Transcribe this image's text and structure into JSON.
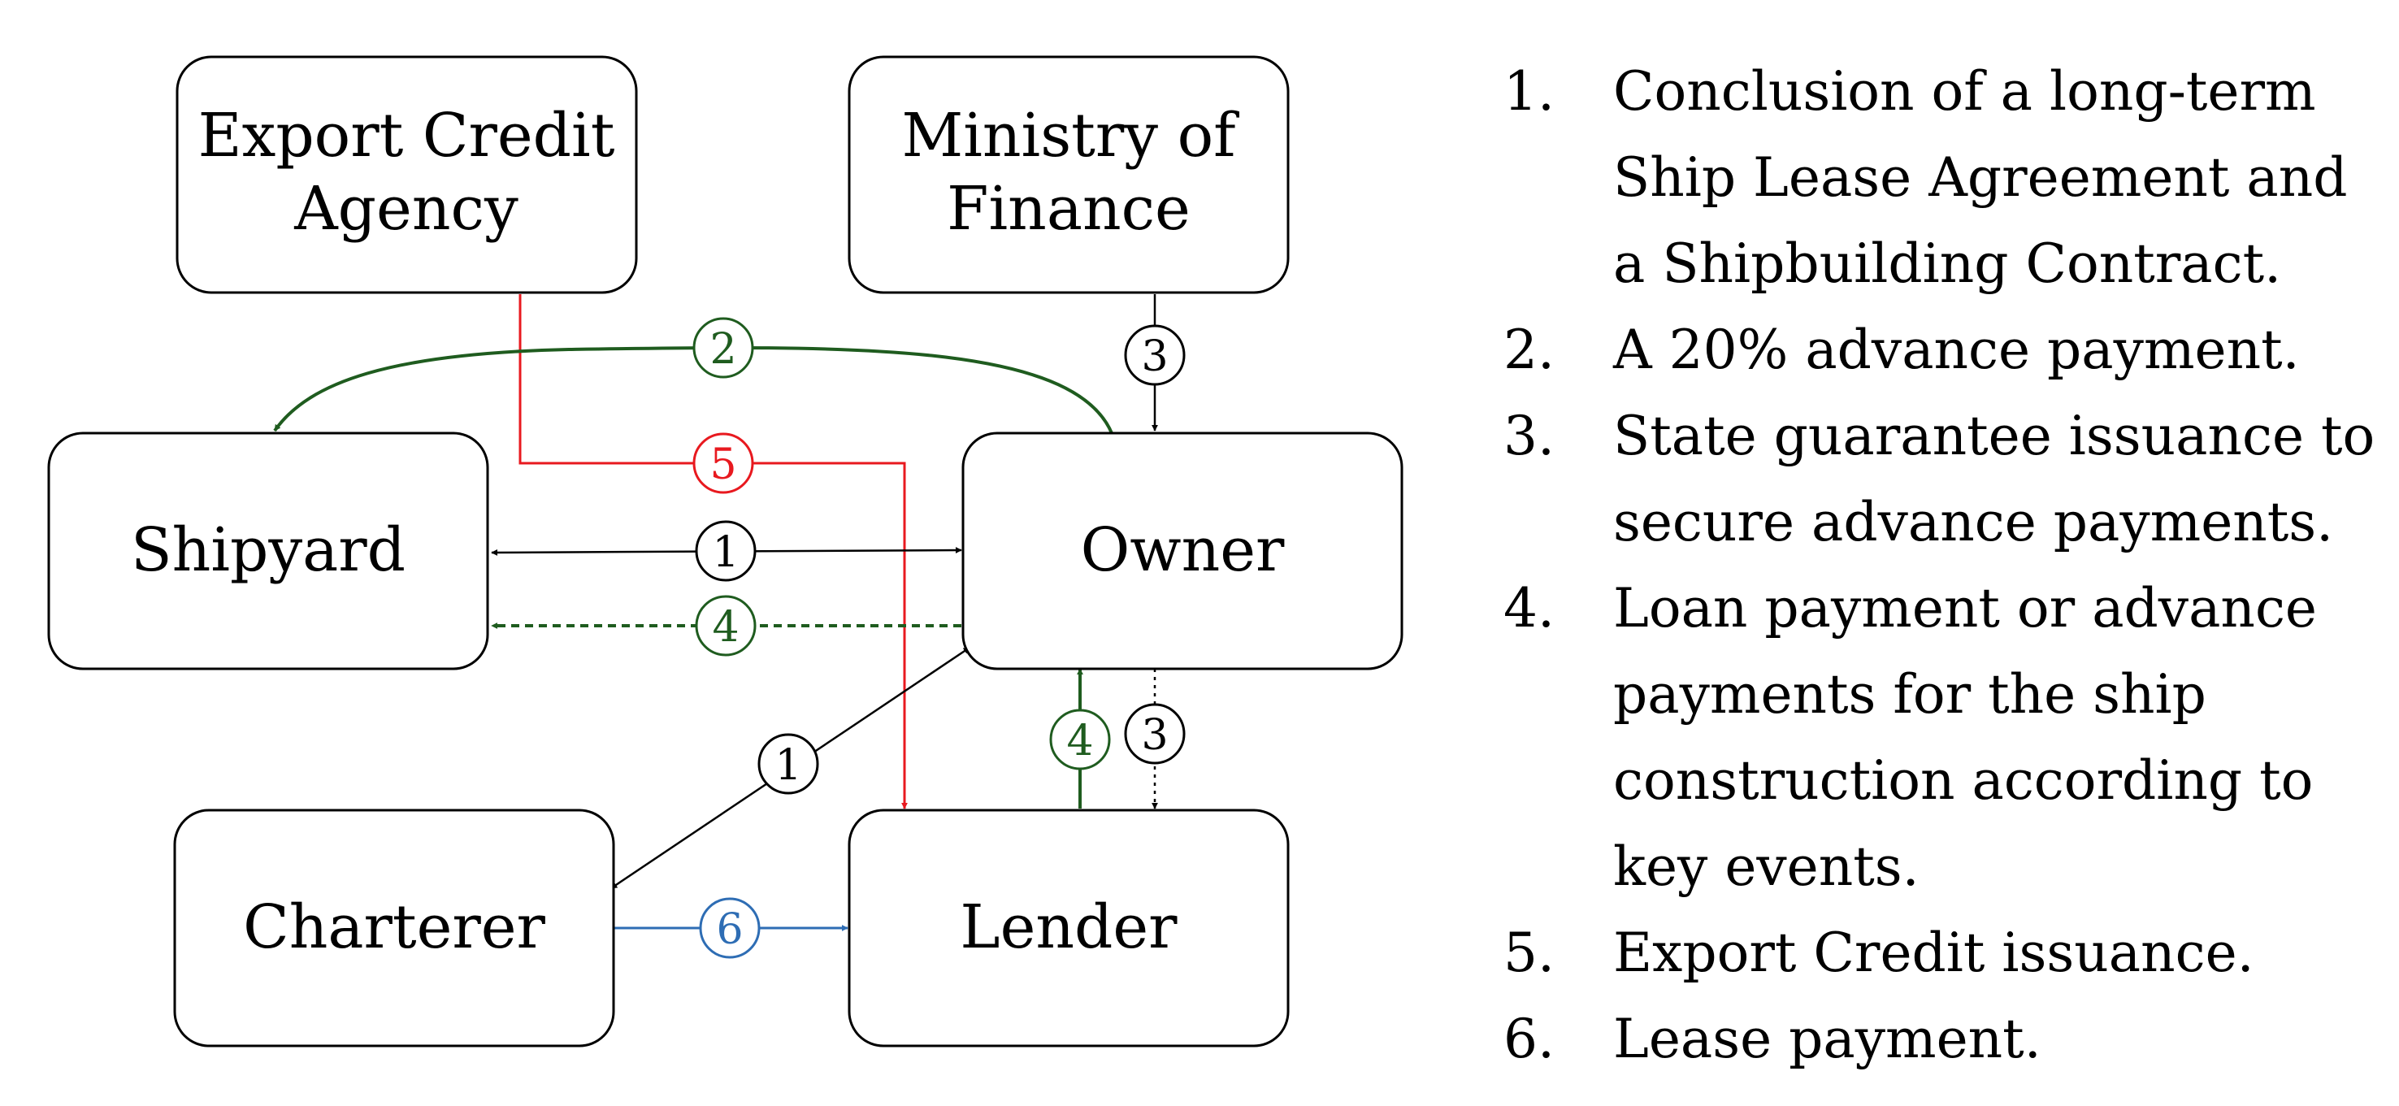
{
  "nodes": {
    "eca": [
      "Export Credit",
      "Agency"
    ],
    "mof": [
      "Ministry of",
      "Finance"
    ],
    "shipyard": [
      "Shipyard"
    ],
    "owner": [
      "Owner"
    ],
    "charterer": [
      "Charterer"
    ],
    "lender": [
      "Lender"
    ]
  },
  "badges": {
    "b1_shipyard_owner": "1",
    "b1_charterer_owner": "1",
    "b2": "2",
    "b3_mof_owner": "3",
    "b3_owner_lender": "3",
    "b4_owner_shipyard": "4",
    "b4_lender_owner": "4",
    "b5": "5",
    "b6": "6"
  },
  "colors": {
    "black": "#000000",
    "green": "#1f5c1f",
    "red": "#e8191f",
    "blue": "#2e6db4"
  },
  "legend": [
    {
      "num": "1.",
      "text": "Conclusion of a long-term Ship Lease Agreement and a Shipbuilding Contract."
    },
    {
      "num": "2.",
      "text": "A 20% advance payment."
    },
    {
      "num": "3.",
      "text": "State guarantee issuance to secure advance payments."
    },
    {
      "num": "4.",
      "text": "Loan payment or advance payments for the ship construction according to key events."
    },
    {
      "num": "5.",
      "text": "Export Credit issuance."
    },
    {
      "num": "6.",
      "text": "Lease payment."
    }
  ]
}
